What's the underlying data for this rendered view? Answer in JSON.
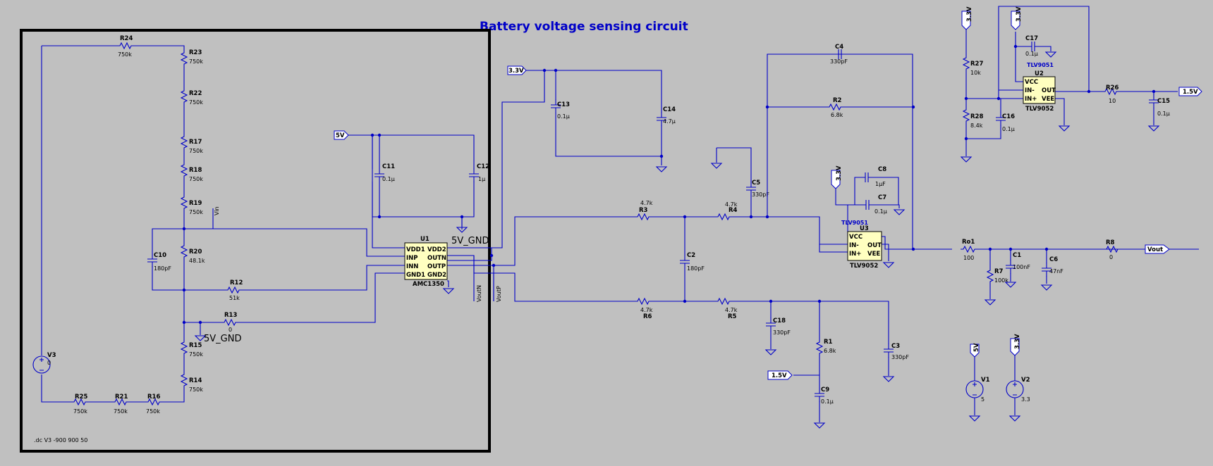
{
  "title": "Battery voltage sensing circuit",
  "directive": ".dc V3 -900 900 50",
  "ports": {
    "p33_top": "3.3V",
    "p5v": "5V",
    "p33_u3": "3.3V",
    "p15_in": "1.5V",
    "p33_u2a": "3.3V",
    "p33_u2b": "3.3V",
    "p15_out": "1.5V",
    "p5v_v1": "5V",
    "p33_v2": "3.3V",
    "vout": "Vout"
  },
  "net_labels": {
    "vin": "Vin",
    "voutn": "VoutN",
    "voutp": "VoutP",
    "gnd5_a": "5V_GND",
    "gnd5_b": "5V_GND"
  },
  "components": {
    "R24": {
      "name": "R24",
      "value": "750k"
    },
    "R23": {
      "name": "R23",
      "value": "750k"
    },
    "R22": {
      "name": "R22",
      "value": "750k"
    },
    "R17": {
      "name": "R17",
      "value": "750k"
    },
    "R18": {
      "name": "R18",
      "value": "750k"
    },
    "R19": {
      "name": "R19",
      "value": "750k"
    },
    "R20": {
      "name": "R20",
      "value": "48.1k"
    },
    "C10": {
      "name": "C10",
      "value": "180pF"
    },
    "R12": {
      "name": "R12",
      "value": "51k"
    },
    "R13": {
      "name": "R13",
      "value": "0"
    },
    "R15": {
      "name": "R15",
      "value": "750k"
    },
    "R14": {
      "name": "R14",
      "value": "750k"
    },
    "R25": {
      "name": "R25",
      "value": "750k"
    },
    "R21": {
      "name": "R21",
      "value": "750k"
    },
    "R16": {
      "name": "R16",
      "value": "750k"
    },
    "V3": {
      "name": "V3",
      "value": "0"
    },
    "C11": {
      "name": "C11",
      "value": "0.1µ"
    },
    "C12": {
      "name": "C12",
      "value": "1µ"
    },
    "C13": {
      "name": "C13",
      "value": "0.1µ"
    },
    "C14": {
      "name": "C14",
      "value": "4.7µ"
    },
    "R3": {
      "name": "R3",
      "value": "4.7k"
    },
    "R4": {
      "name": "R4",
      "value": "4.7k"
    },
    "R6": {
      "name": "R6",
      "value": "4.7k"
    },
    "R5": {
      "name": "R5",
      "value": "4.7k"
    },
    "C2": {
      "name": "C2",
      "value": "180pF"
    },
    "C5": {
      "name": "C5",
      "value": "330pF"
    },
    "C4": {
      "name": "C4",
      "value": "330pF"
    },
    "R2": {
      "name": "R2",
      "value": "6.8k"
    },
    "C18": {
      "name": "C18",
      "value": "330pF"
    },
    "R1": {
      "name": "R1",
      "value": "6.8k"
    },
    "C3": {
      "name": "C3",
      "value": "330pF"
    },
    "C9": {
      "name": "C9",
      "value": "0.1µ"
    },
    "C8": {
      "name": "C8",
      "value": "1µF"
    },
    "C7": {
      "name": "C7",
      "value": "0.1µ"
    },
    "Ro1": {
      "name": "Ro1",
      "value": "100"
    },
    "R7": {
      "name": "R7",
      "value": "100k"
    },
    "C1": {
      "name": "C1",
      "value": "100nF"
    },
    "C6": {
      "name": "C6",
      "value": "47nF"
    },
    "R8": {
      "name": "R8",
      "value": "0"
    },
    "R27": {
      "name": "R27",
      "value": "10k"
    },
    "R28": {
      "name": "R28",
      "value": "8.4k"
    },
    "C16": {
      "name": "C16",
      "value": "0.1µ"
    },
    "C17": {
      "name": "C17",
      "value": "0.1µ"
    },
    "R26": {
      "name": "R26",
      "value": "10"
    },
    "C15": {
      "name": "C15",
      "value": "0.1µ"
    },
    "V1": {
      "name": "V1",
      "value": "5"
    },
    "V2": {
      "name": "V2",
      "value": "3.3"
    }
  },
  "chips": {
    "U1": {
      "name": "U1",
      "part": "AMC1350",
      "pins_left": [
        "VDD1",
        "INP",
        "INN",
        "GND1"
      ],
      "pins_right": [
        "VDD2",
        "OUTN",
        "OUTP",
        "GND2"
      ]
    },
    "U3": {
      "name": "U3",
      "model": "TLV9051",
      "part": "TLV9052",
      "pins_left": [
        "VCC",
        "IN-",
        "IN+"
      ],
      "pins_right": [
        "OUT",
        "VEE"
      ]
    },
    "U2": {
      "name": "U2",
      "model": "TLV9051",
      "part": "TLV9052",
      "pins_left": [
        "VCC",
        "IN-",
        "IN+"
      ],
      "pins_right": [
        "OUT",
        "VEE"
      ]
    }
  }
}
